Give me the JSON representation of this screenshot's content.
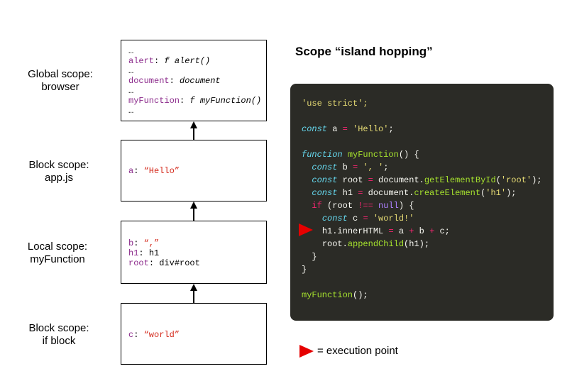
{
  "scope_labels": [
    {
      "line1": "Global scope:",
      "line2": "browser"
    },
    {
      "line1": "Block scope:",
      "line2": "app.js"
    },
    {
      "line1": "Local scope:",
      "line2": "myFunction"
    },
    {
      "line1": "Block scope:",
      "line2": "if block"
    }
  ],
  "global_box": {
    "ellipsis": "…",
    "alert_key": "alert",
    "alert_val": "f alert()",
    "document_key": "document",
    "document_val": "document",
    "myFunction_key": "myFunction",
    "myFunction_val": "f myFunction()",
    "colon": ":"
  },
  "app_box": {
    "key": "a",
    "val": "“Hello”"
  },
  "local_box": {
    "b_key": "b",
    "b_val": "“,”",
    "h1_key": "h1",
    "h1_val": "h1",
    "root_key": "root",
    "root_val": "div#root"
  },
  "if_box": {
    "key": "c",
    "val": "“world”"
  },
  "title": "Scope “island hopping”",
  "code": {
    "use_strict": "'use strict';",
    "kw_const": "const",
    "kw_function": "function",
    "kw_if": "if",
    "var_a": "a",
    "eq": "=",
    "hello": "'Hello'",
    "semi": ";",
    "fn_name": "myFunction",
    "paren_brace": "() {",
    "b_decl": "b",
    "comma_str": "', '",
    "root_decl": "root",
    "doc": "document.",
    "getById": "getElementById",
    "root_str": "'root'",
    "close_paren_semi": ");",
    "open_paren": "(",
    "h1_decl": "h1",
    "createEl": "createElement",
    "h1_str": "'h1'",
    "if_open": "(root",
    "neq": "!==",
    "null": "null",
    "if_close": ") {",
    "c_decl": "c",
    "world_str": "'world!'",
    "inner": "h1.innerHTML",
    "plus": "+",
    "b_ref": "b",
    "c_ref": "c;",
    "root_ref": "root.",
    "append": "appendChild",
    "append_arg": "(h1);",
    "close_brace": "}",
    "call": "myFunction",
    "call_tail": "();"
  },
  "legend": "= execution point",
  "colors": {
    "execution_marker": "#e60000",
    "code_bg": "#2b2b26"
  }
}
